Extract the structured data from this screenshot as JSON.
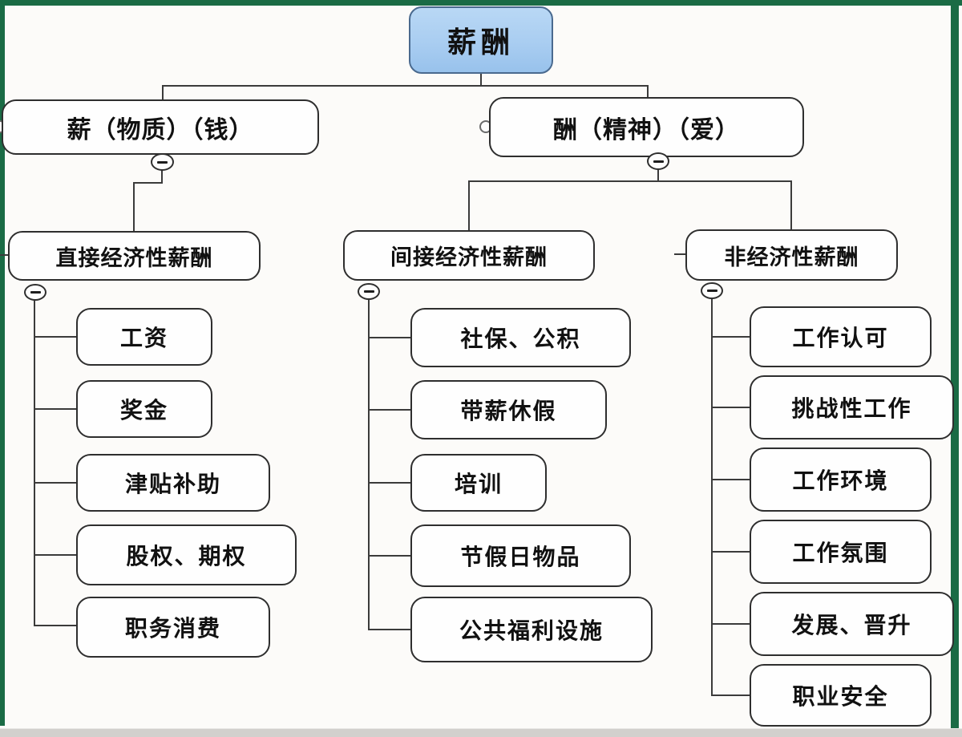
{
  "diagram": {
    "root": {
      "label": "薪酬"
    },
    "level2": [
      {
        "label": "薪（物质）（钱）"
      },
      {
        "label": "酬（精神）（爱）"
      }
    ],
    "branches": [
      {
        "label": "直接经济性薪酬",
        "leaves": [
          "工资",
          "奖金",
          "津贴补助",
          "股权、期权",
          "职务消费"
        ]
      },
      {
        "label": "间接经济性薪酬",
        "leaves": [
          "社保、公积",
          "带薪休假",
          "培训",
          "节假日物品",
          "公共福利设施"
        ]
      },
      {
        "label": "非经济性薪酬",
        "leaves": [
          "工作认可",
          "挑战性工作",
          "工作环境",
          "工作氛围",
          "发展、晋升",
          "职业安全"
        ]
      }
    ],
    "colors": {
      "background": "#fcfbf9",
      "root_fill": "#a9cdf1",
      "root_border": "#4a6a8f",
      "node_border": "#2e2e2e",
      "frame_green": "#1a6b45",
      "bottom_bar": "#d2d0cd"
    }
  }
}
